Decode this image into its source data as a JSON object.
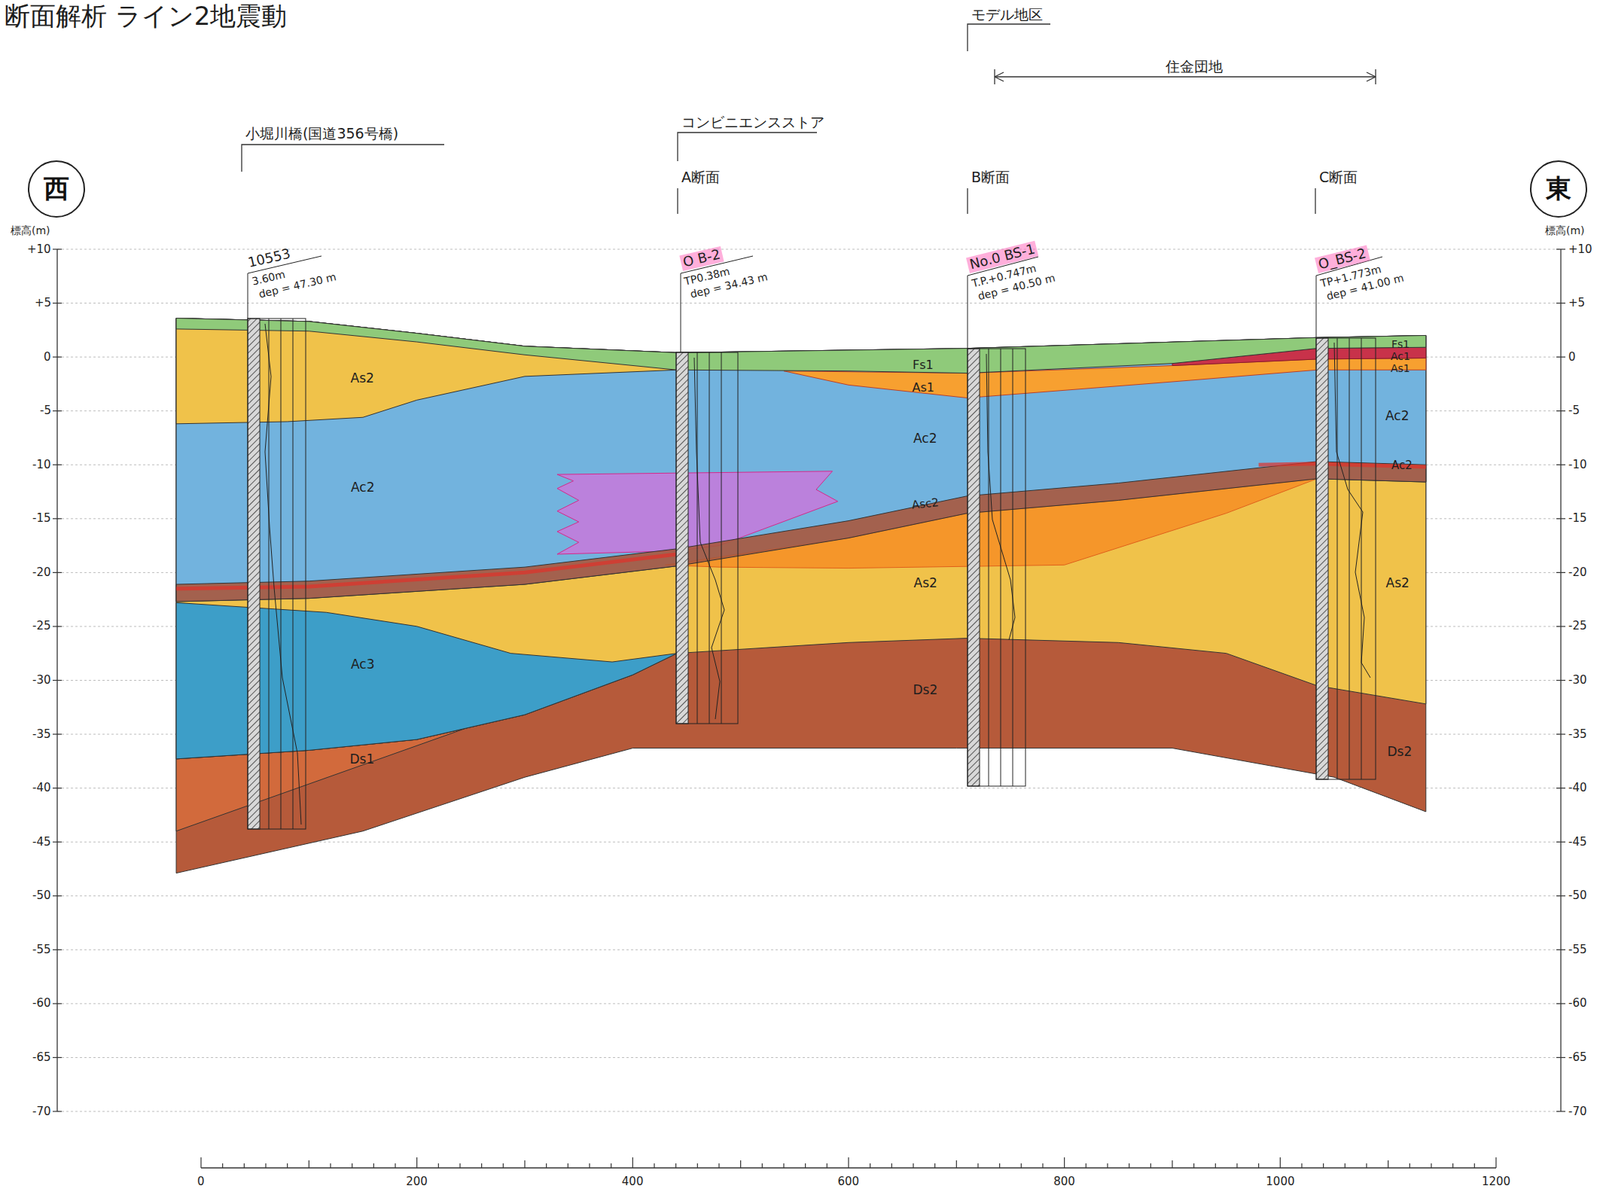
{
  "diagram": {
    "title": "断面解析 ライン2地震動",
    "nodes": [
      {
        "text": [
          "西"
        ]
      },
      {
        "text": [
          "東"
        ]
      }
    ],
    "labels": [
      "モデル地区",
      "住金団地",
      "小堀川橋(国道356号橋)",
      "コンビニエンスストア",
      "A断面",
      "B断面",
      "C断面",
      "標高(m)",
      "標高(m)",
      "+10",
      "+5",
      "0",
      "-5",
      "-10",
      "-15",
      "-20",
      "-25",
      "-30",
      "-35",
      "-40",
      "-45",
      "-50",
      "-55",
      "-60",
      "-65",
      "-70",
      "+10",
      "+5",
      "0",
      "-5",
      "-10",
      "-15",
      "-20",
      "-25",
      "-30",
      "-35",
      "-40",
      "-45",
      "-50",
      "-55",
      "-60",
      "-65",
      "-70",
      "0",
      "200",
      "400",
      "600",
      "800",
      "1000",
      "1200",
      "10553",
      "3.60m",
      "dep = 47.30 m",
      "O B-2",
      "TP0.38m",
      "dep = 34.43 m",
      "No.0 BS-1",
      "T.P.+0.747m",
      "dep = 40.50 m",
      "O_BS-2",
      "TP+1.773m",
      "dep = 41.00 m",
      "As2",
      "Ac2",
      "Ac3",
      "Ds1",
      "Fs1",
      "As1",
      "Ac2",
      "Asc2",
      "As2",
      "Ds2",
      "Fs1",
      "Ac1",
      "As1",
      "Ac2",
      "Ac2",
      "As2",
      "Ds2"
    ]
  }
}
